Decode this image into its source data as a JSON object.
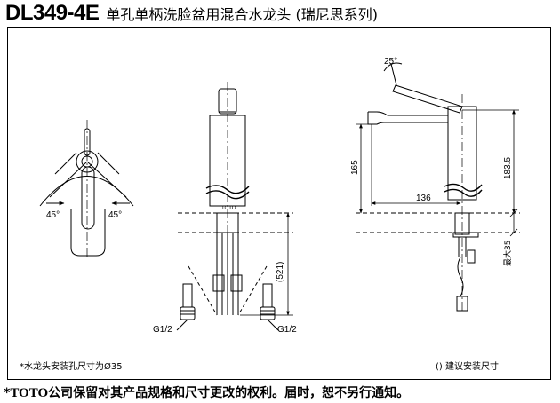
{
  "header": {
    "model": "DL349-4E",
    "title": "单孔单柄洗脸盆用混合水龙头 (瑞尼思系列)"
  },
  "top_view": {
    "left_angle": "45°",
    "right_angle": "45°"
  },
  "front_view": {
    "height_label": "(521)",
    "thread_left": "G1/2",
    "thread_right": "G1/2"
  },
  "side_view": {
    "tilt_angle": "25°",
    "height_165": "165",
    "height_183": "183.5",
    "reach_136": "136",
    "max_35": "最大35"
  },
  "notes": {
    "hole_size": "*水龙头安装孔尺寸为Ø35",
    "recommended": "() 建议安装尺寸"
  },
  "footer": {
    "star": "*",
    "brand": "TOTO",
    "text": "公司保留对其产品规格和尺寸更改的权利。届时，恕不另行通知。"
  }
}
